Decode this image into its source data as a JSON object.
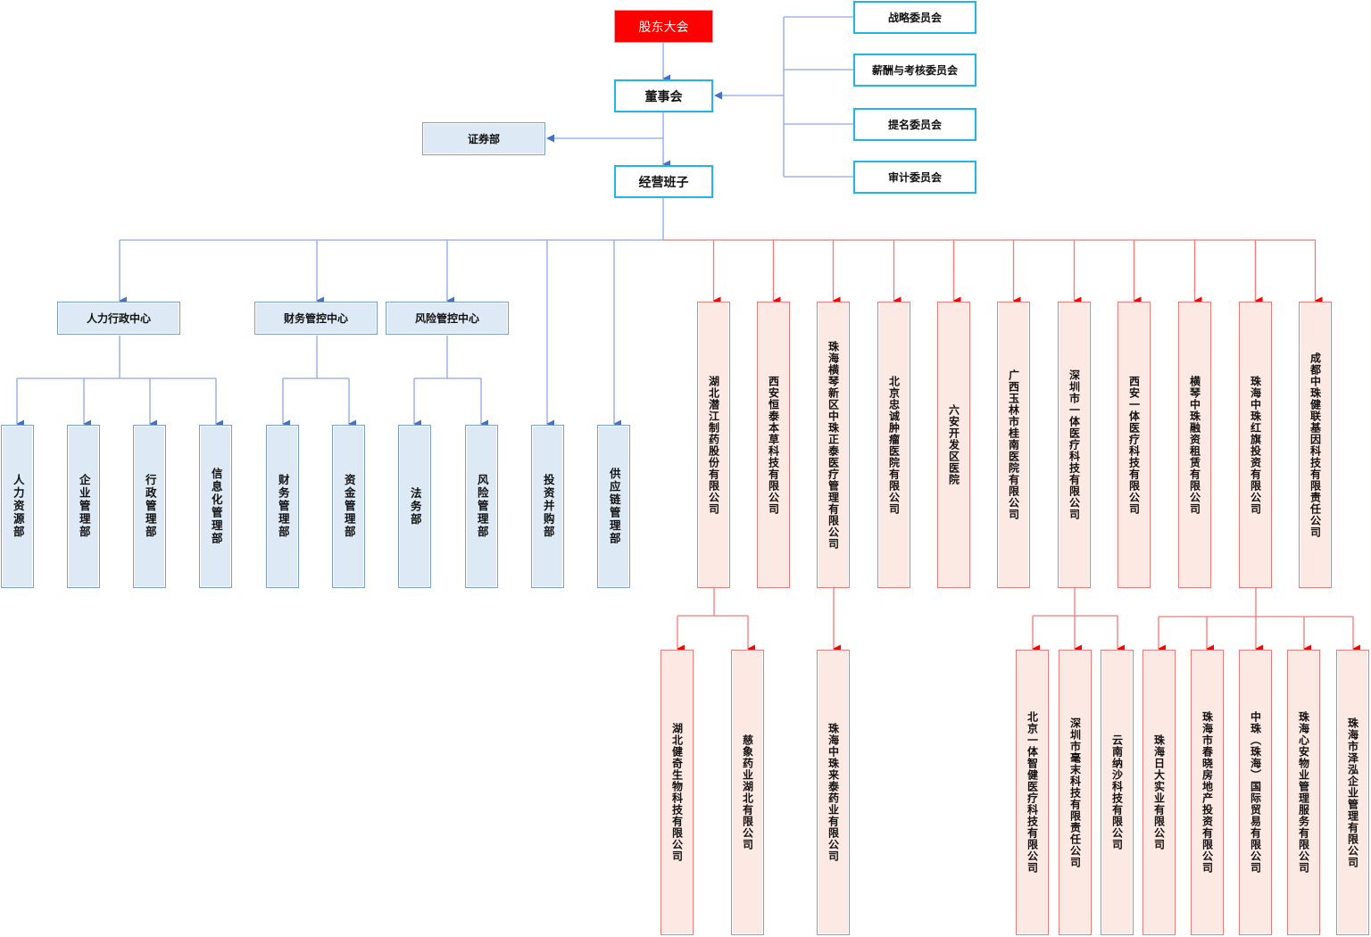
{
  "colors": {
    "shareholder_fill": "#ff0000",
    "board_border": "#22b4e6",
    "dept_fill": "#dde9f5",
    "dept_border": "#7a9cc7",
    "subsidiary_fill": "#fde9e3",
    "subsidiary_border": "#f07575",
    "blue_line": "#8fa8dc",
    "red_line": "#f27a7a"
  },
  "top": {
    "shareholders": "股东大会",
    "board": "董事会",
    "securities": "证券部",
    "management": "经营班子"
  },
  "committees": [
    "战略委员会",
    "薪酬与考核委员会",
    "提名委员会",
    "审计委员会"
  ],
  "centers": [
    "人力行政中心",
    "财务管控中心",
    "风险管控中心"
  ],
  "departments": [
    "人力资源部",
    "企业管理部",
    "行政管理部",
    "信息化管理部",
    "财务管理部",
    "资金管理部",
    "法务部",
    "风险管理部",
    "投资并购部",
    "供应链管理部"
  ],
  "subsidiaries": [
    "湖北潜江制药股份有限公司",
    "西安恒泰本草科技有限公司",
    "珠海横琴新区中珠正泰医疗管理有限公司",
    "北京忠诚肿瘤医院有限公司",
    "六安开发区医院",
    "广西玉林市桂南医院有限公司",
    "深圳市一体医疗科技有限公司",
    "西安一体医疗科技有限公司",
    "横琴中珠融资租赁有限公司",
    "珠海中珠红旗投资有限公司",
    "成都中珠健联基因科技有限责任公司"
  ],
  "sub_subsidiaries": [
    "湖北健奇生物科技有限公司",
    "慈象药业湖北有限公司",
    "珠海中珠来泰药业有限公司",
    "北京一体智健医疗科技有限公司",
    "深圳市毫末科技有限责任公司",
    "云南纳沙科技有限公司",
    "珠海日大实业有限公司",
    "珠海市春晓房地产投资有限公司",
    "中珠（珠海）国际贸易有限公司",
    "珠海心安物业管理服务有限公司",
    "珠海市泽泓企业管理有限公司"
  ]
}
